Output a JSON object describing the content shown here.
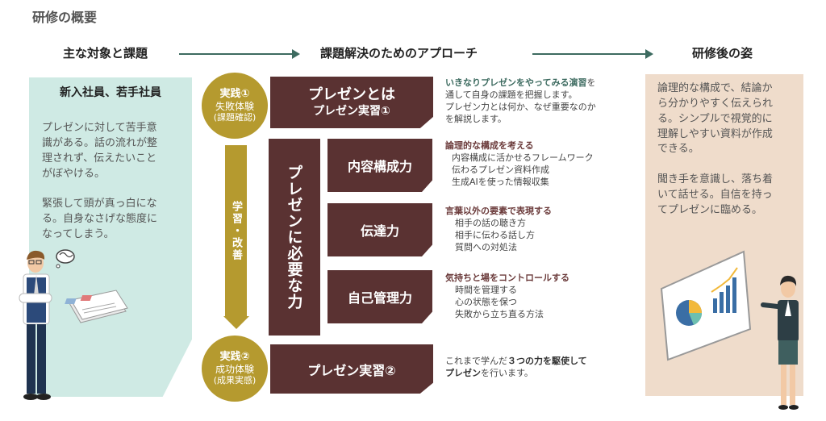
{
  "page_title": "研修の概要",
  "headers": {
    "left": "主な対象と課題",
    "center": "課題解決のためのアプローチ",
    "right": "研修後の姿"
  },
  "left_panel": {
    "title": "新入社員、若手社員",
    "text": "プレゼンに対して苦手意\n識がある。話の流れが整\n理されず、伝えたいこと\nがぼやける。\n\n緊張して頭が真っ白にな\nる。自身なさげな態度に\nなってしまう。"
  },
  "right_panel": {
    "text": "論理的な構成で、結論か\nら分かりやすく伝えられ\nる。シンプルで視覚的に\n理解しやすい資料が作成\nできる。\n\n聞き手を意識し、落ち着\nいて話せる。自信を持っ\nてプレゼンに臨める。"
  },
  "practice1": {
    "line1": "実践①",
    "line2": "失敗体験",
    "line3": "(課題確認)"
  },
  "practice2": {
    "line1": "実践②",
    "line2": "成功体験",
    "line3": "(成果実感)"
  },
  "learning_label": "学習・改善",
  "boxes": {
    "pres1_title": "プレゼンとは",
    "pres1_sub": "プレゼン実習①",
    "need": "プレゼンに必要な力",
    "skill1": "内容構成力",
    "skill2": "伝達力",
    "skill3": "自己管理力",
    "pres2": "プレゼン実習②"
  },
  "descriptions": {
    "d1_highlight": "いきなりプレゼンをやってみる演習",
    "d1_rest": "を",
    "d1_lines": [
      "通して自身の課題を把握します。",
      "プレゼン力とは何か、なぜ重要なのか",
      "を解説します。"
    ],
    "d2_head": "論理的な構成を考える",
    "d2_items": [
      "内容構成に活かせるフレームワーク",
      "伝わるプレゼン資料作成",
      "生成AIを使った情報収集"
    ],
    "d3_head": "言葉以外の要素で表現する",
    "d3_items": [
      "相手の話の聴き方",
      "相手に伝わる話し方",
      "質問への対処法"
    ],
    "d4_head": "気持ちと場をコントロールする",
    "d4_items": [
      "時間を管理する",
      "心の状態を保つ",
      "失敗から立ち直る方法"
    ],
    "d5_pre": "これまで学んだ",
    "d5_highlight": "３つの力を駆使して",
    "d5_highlight2": "プレゼン",
    "d5_rest": "を行います。"
  },
  "colors": {
    "brown": "#5a3232",
    "gold": "#b59a2f",
    "teal_bg": "#cfeae4",
    "peach_bg": "#efdccb",
    "green_text": "#3d6b60"
  },
  "icons": [
    "businessman-illustration",
    "documents-illustration",
    "presenter-illustration",
    "chart-board-illustration",
    "thought-bubble-icon"
  ]
}
